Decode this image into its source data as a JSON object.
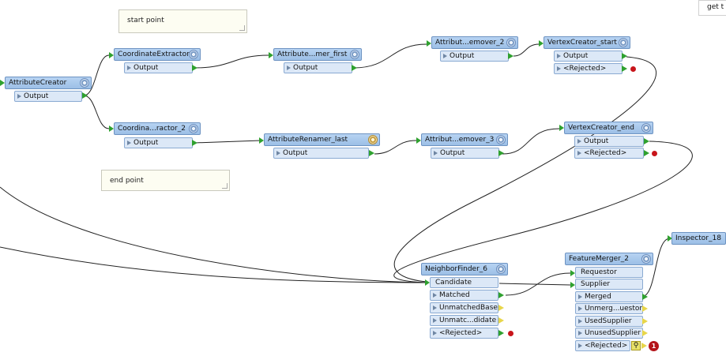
{
  "notes": {
    "start": "start  point",
    "end": "end point"
  },
  "topright_text": "get t",
  "transformers": {
    "attributecreator": {
      "title": "AttributeCreator",
      "ports": [
        "Output"
      ]
    },
    "coordextractor": {
      "title": "CoordinateExtractor",
      "ports": [
        "Output"
      ]
    },
    "coordextractor2": {
      "title": "Coordina...ractor_2",
      "ports": [
        "Output"
      ]
    },
    "renamer_first": {
      "title": "Attribute...mer_first",
      "ports": [
        "Output"
      ]
    },
    "renamer_last": {
      "title": "AttributeRenamer_last",
      "ports": [
        "Output"
      ]
    },
    "remover2": {
      "title": "Attribut...emover_2",
      "ports": [
        "Output"
      ]
    },
    "remover3": {
      "title": "Attribut...emover_3",
      "ports": [
        "Output"
      ]
    },
    "vc_start": {
      "title": "VertexCreator_start",
      "ports": [
        "Output",
        "<Rejected>"
      ]
    },
    "vc_end": {
      "title": "VertexCreator_end",
      "ports": [
        "Output",
        "<Rejected>"
      ]
    },
    "neighborfinder": {
      "title": "NeighborFinder_6",
      "ports": [
        "Candidate",
        "Matched",
        "UnmatchedBase",
        "Unmatc...didate",
        "<Rejected>"
      ]
    },
    "featuremerger": {
      "title": "FeatureMerger_2",
      "ports": [
        "Requestor",
        "Supplier",
        "Merged",
        "Unmerg...uestor",
        "UsedSupplier",
        "UnusedSupplier",
        "<Rejected>"
      ]
    },
    "inspector": {
      "title": "Inspector_18"
    }
  },
  "rejected_count": "1",
  "colors": {
    "header": "#a9c9ee",
    "port": "#dce8f7",
    "connector": "#2fa12f",
    "rejected": "#c8151b"
  }
}
